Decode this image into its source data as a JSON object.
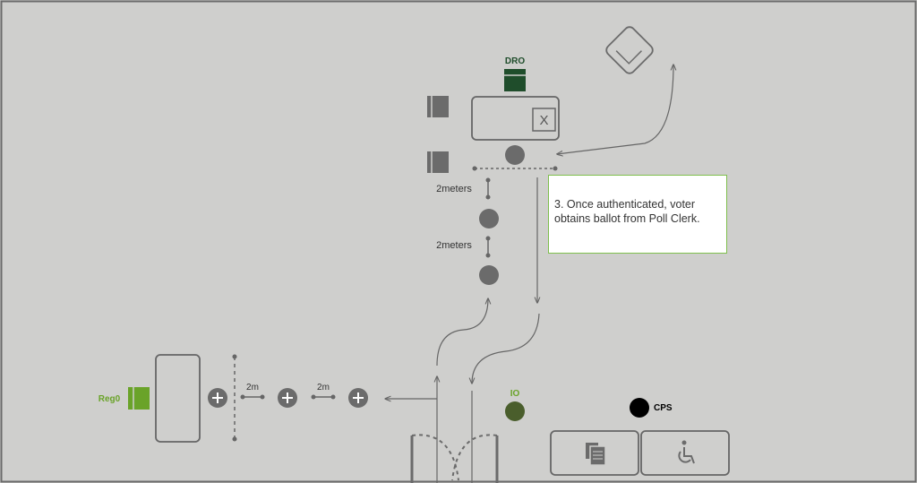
{
  "labels": {
    "dro": "DRO",
    "io": "IO",
    "cps": "CPS",
    "reg0": "Reg0",
    "distance_upper": "2meters",
    "distance_lower": "2meters",
    "distance_left_a": "2m",
    "distance_left_b": "2m",
    "ballot_box_mark": "X"
  },
  "callout": {
    "text": "3. Once authenticated, voter obtains ballot from Poll Clerk."
  },
  "icons": {
    "documents": "documents-icon",
    "accessibility": "wheelchair-icon",
    "ballot": "ballot-card-icon",
    "add": "plus-circle-icon"
  },
  "colors": {
    "background": "#cfcfcd",
    "dro_green": "#1f4d2b",
    "reg_green": "#6aa329",
    "io_green": "#4a5e2c",
    "gray_shape": "#6b6b6b",
    "line": "#666666",
    "callout_border": "#7fbf4d"
  }
}
